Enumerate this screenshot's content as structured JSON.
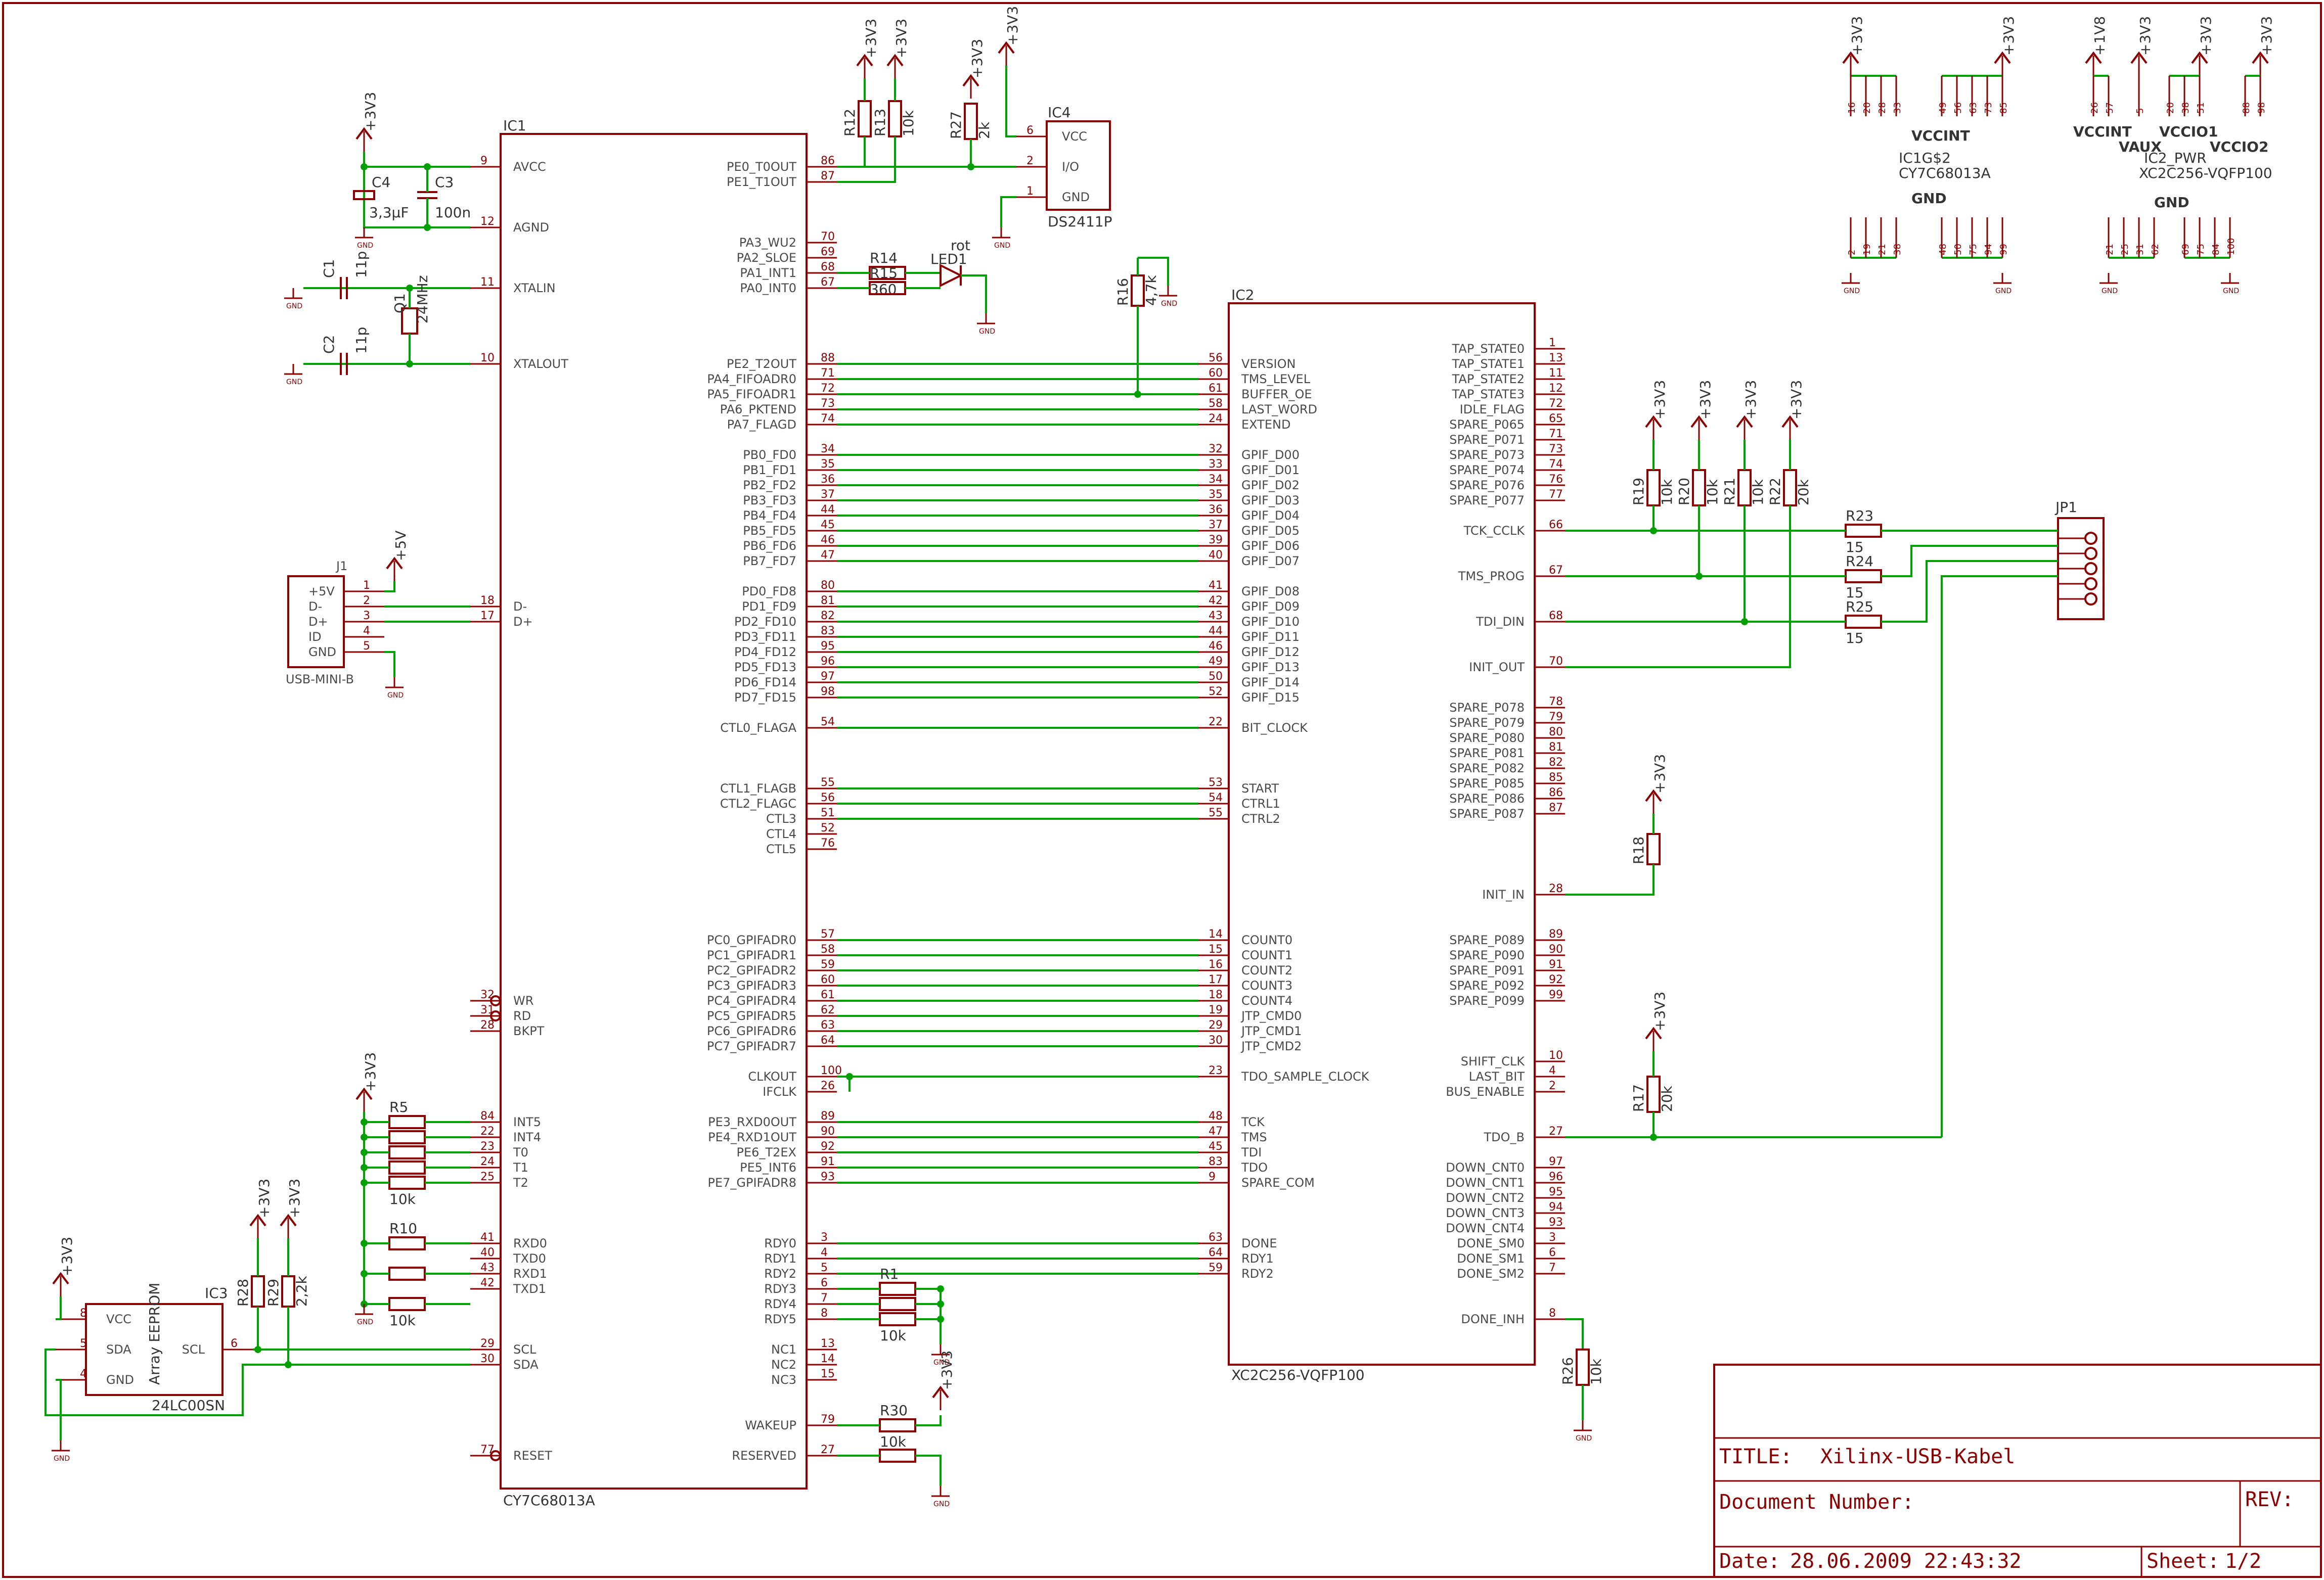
{
  "colors": {
    "symbol": "#8b0000",
    "net": "#00a000",
    "text": "#4a4a4a"
  },
  "ic1": {
    "ref": "IC1",
    "value": "CY7C68013A",
    "left_pins": [
      {
        "n": "9",
        "name": "AVCC"
      },
      {
        "n": "12",
        "name": "AGND"
      },
      {
        "n": "11",
        "name": "XTALIN"
      },
      {
        "n": "10",
        "name": "XTALOUT"
      },
      {
        "n": "18",
        "name": "D-"
      },
      {
        "n": "17",
        "name": "D+"
      },
      {
        "n": "32",
        "name": "WR"
      },
      {
        "n": "31",
        "name": "RD"
      },
      {
        "n": "28",
        "name": "BKPT"
      },
      {
        "n": "84",
        "name": "INT5"
      },
      {
        "n": "22",
        "name": "INT4"
      },
      {
        "n": "23",
        "name": "T0"
      },
      {
        "n": "24",
        "name": "T1"
      },
      {
        "n": "25",
        "name": "T2"
      },
      {
        "n": "41",
        "name": "RXD0"
      },
      {
        "n": "40",
        "name": "TXD0"
      },
      {
        "n": "43",
        "name": "RXD1"
      },
      {
        "n": "42",
        "name": "TXD1"
      },
      {
        "n": "29",
        "name": "SCL"
      },
      {
        "n": "30",
        "name": "SDA"
      },
      {
        "n": "77",
        "name": "RESET"
      }
    ],
    "right_pins": [
      {
        "n": "86",
        "name": "PE0_T0OUT"
      },
      {
        "n": "87",
        "name": "PE1_T1OUT"
      },
      {
        "n": "70",
        "name": "PA3_WU2"
      },
      {
        "n": "69",
        "name": "PA2_SLOE"
      },
      {
        "n": "68",
        "name": "PA1_INT1"
      },
      {
        "n": "67",
        "name": "PA0_INT0"
      },
      {
        "n": "88",
        "name": "PE2_T2OUT"
      },
      {
        "n": "71",
        "name": "PA4_FIFOADR0"
      },
      {
        "n": "72",
        "name": "PA5_FIFOADR1"
      },
      {
        "n": "73",
        "name": "PA6_PKTEND"
      },
      {
        "n": "74",
        "name": "PA7_FLAGD"
      },
      {
        "n": "34",
        "name": "PB0_FD0"
      },
      {
        "n": "35",
        "name": "PB1_FD1"
      },
      {
        "n": "36",
        "name": "PB2_FD2"
      },
      {
        "n": "37",
        "name": "PB3_FD3"
      },
      {
        "n": "44",
        "name": "PB4_FD4"
      },
      {
        "n": "45",
        "name": "PB5_FD5"
      },
      {
        "n": "46",
        "name": "PB6_FD6"
      },
      {
        "n": "47",
        "name": "PB7_FD7"
      },
      {
        "n": "80",
        "name": "PD0_FD8"
      },
      {
        "n": "81",
        "name": "PD1_FD9"
      },
      {
        "n": "82",
        "name": "PD2_FD10"
      },
      {
        "n": "83",
        "name": "PD3_FD11"
      },
      {
        "n": "95",
        "name": "PD4_FD12"
      },
      {
        "n": "96",
        "name": "PD5_FD13"
      },
      {
        "n": "97",
        "name": "PD6_FD14"
      },
      {
        "n": "98",
        "name": "PD7_FD15"
      },
      {
        "n": "54",
        "name": "CTL0_FLAGA"
      },
      {
        "n": "55",
        "name": "CTL1_FLAGB"
      },
      {
        "n": "56",
        "name": "CTL2_FLAGC"
      },
      {
        "n": "51",
        "name": "CTL3"
      },
      {
        "n": "52",
        "name": "CTL4"
      },
      {
        "n": "76",
        "name": "CTL5"
      },
      {
        "n": "57",
        "name": "PC0_GPIFADR0"
      },
      {
        "n": "58",
        "name": "PC1_GPIFADR1"
      },
      {
        "n": "59",
        "name": "PC2_GPIFADR2"
      },
      {
        "n": "60",
        "name": "PC3_GPIFADR3"
      },
      {
        "n": "61",
        "name": "PC4_GPIFADR4"
      },
      {
        "n": "62",
        "name": "PC5_GPIFADR5"
      },
      {
        "n": "63",
        "name": "PC6_GPIFADR6"
      },
      {
        "n": "64",
        "name": "PC7_GPIFADR7"
      },
      {
        "n": "100",
        "name": "CLKOUT"
      },
      {
        "n": "26",
        "name": "IFCLK"
      },
      {
        "n": "89",
        "name": "PE3_RXD0OUT"
      },
      {
        "n": "90",
        "name": "PE4_RXD1OUT"
      },
      {
        "n": "92",
        "name": "PE6_T2EX"
      },
      {
        "n": "91",
        "name": "PE5_INT6"
      },
      {
        "n": "93",
        "name": "PE7_GPIFADR8"
      },
      {
        "n": "3",
        "name": "RDY0"
      },
      {
        "n": "4",
        "name": "RDY1"
      },
      {
        "n": "5",
        "name": "RDY2"
      },
      {
        "n": "6",
        "name": "RDY3"
      },
      {
        "n": "7",
        "name": "RDY4"
      },
      {
        "n": "8",
        "name": "RDY5"
      },
      {
        "n": "13",
        "name": "NC1"
      },
      {
        "n": "14",
        "name": "NC2"
      },
      {
        "n": "15",
        "name": "NC3"
      },
      {
        "n": "79",
        "name": "WAKEUP"
      },
      {
        "n": "27",
        "name": "RESERVED"
      }
    ]
  },
  "ic2": {
    "ref": "IC2",
    "value": "XC2C256-VQFP100",
    "left_pins": [
      {
        "n": "56",
        "name": "VERSION"
      },
      {
        "n": "60",
        "name": "TMS_LEVEL"
      },
      {
        "n": "61",
        "name": "BUFFER_OE"
      },
      {
        "n": "58",
        "name": "LAST_WORD"
      },
      {
        "n": "24",
        "name": "EXTEND"
      },
      {
        "n": "32",
        "name": "GPIF_D00"
      },
      {
        "n": "33",
        "name": "GPIF_D01"
      },
      {
        "n": "34",
        "name": "GPIF_D02"
      },
      {
        "n": "35",
        "name": "GPIF_D03"
      },
      {
        "n": "36",
        "name": "GPIF_D04"
      },
      {
        "n": "37",
        "name": "GPIF_D05"
      },
      {
        "n": "39",
        "name": "GPIF_D06"
      },
      {
        "n": "40",
        "name": "GPIF_D07"
      },
      {
        "n": "41",
        "name": "GPIF_D08"
      },
      {
        "n": "42",
        "name": "GPIF_D09"
      },
      {
        "n": "43",
        "name": "GPIF_D10"
      },
      {
        "n": "44",
        "name": "GPIF_D11"
      },
      {
        "n": "46",
        "name": "GPIF_D12"
      },
      {
        "n": "49",
        "name": "GPIF_D13"
      },
      {
        "n": "50",
        "name": "GPIF_D14"
      },
      {
        "n": "52",
        "name": "GPIF_D15"
      },
      {
        "n": "22",
        "name": "BIT_CLOCK"
      },
      {
        "n": "53",
        "name": "START"
      },
      {
        "n": "54",
        "name": "CTRL1"
      },
      {
        "n": "55",
        "name": "CTRL2"
      },
      {
        "n": "14",
        "name": "COUNT0"
      },
      {
        "n": "15",
        "name": "COUNT1"
      },
      {
        "n": "16",
        "name": "COUNT2"
      },
      {
        "n": "17",
        "name": "COUNT3"
      },
      {
        "n": "18",
        "name": "COUNT4"
      },
      {
        "n": "19",
        "name": "JTP_CMD0"
      },
      {
        "n": "29",
        "name": "JTP_CMD1"
      },
      {
        "n": "30",
        "name": "JTP_CMD2"
      },
      {
        "n": "23",
        "name": "TDO_SAMPLE_CLOCK"
      },
      {
        "n": "48",
        "name": "TCK"
      },
      {
        "n": "47",
        "name": "TMS"
      },
      {
        "n": "45",
        "name": "TDI"
      },
      {
        "n": "83",
        "name": "TDO"
      },
      {
        "n": "9",
        "name": "SPARE_COM"
      },
      {
        "n": "63",
        "name": "DONE"
      },
      {
        "n": "64",
        "name": "RDY1"
      },
      {
        "n": "59",
        "name": "RDY2"
      }
    ],
    "right_pins": [
      {
        "n": "1",
        "name": "TAP_STATE0"
      },
      {
        "n": "13",
        "name": "TAP_STATE1"
      },
      {
        "n": "11",
        "name": "TAP_STATE2"
      },
      {
        "n": "12",
        "name": "TAP_STATE3"
      },
      {
        "n": "72",
        "name": "IDLE_FLAG"
      },
      {
        "n": "65",
        "name": "SPARE_P065"
      },
      {
        "n": "71",
        "name": "SPARE_P071"
      },
      {
        "n": "73",
        "name": "SPARE_P073"
      },
      {
        "n": "74",
        "name": "SPARE_P074"
      },
      {
        "n": "76",
        "name": "SPARE_P076"
      },
      {
        "n": "77",
        "name": "SPARE_P077"
      },
      {
        "n": "66",
        "name": "TCK_CCLK"
      },
      {
        "n": "67",
        "name": "TMS_PROG"
      },
      {
        "n": "68",
        "name": "TDI_DIN"
      },
      {
        "n": "70",
        "name": "INIT_OUT"
      },
      {
        "n": "78",
        "name": "SPARE_P078"
      },
      {
        "n": "79",
        "name": "SPARE_P079"
      },
      {
        "n": "80",
        "name": "SPARE_P080"
      },
      {
        "n": "81",
        "name": "SPARE_P081"
      },
      {
        "n": "82",
        "name": "SPARE_P082"
      },
      {
        "n": "85",
        "name": "SPARE_P085"
      },
      {
        "n": "86",
        "name": "SPARE_P086"
      },
      {
        "n": "87",
        "name": "SPARE_P087"
      },
      {
        "n": "28",
        "name": "INIT_IN"
      },
      {
        "n": "89",
        "name": "SPARE_P089"
      },
      {
        "n": "90",
        "name": "SPARE_P090"
      },
      {
        "n": "91",
        "name": "SPARE_P091"
      },
      {
        "n": "92",
        "name": "SPARE_P092"
      },
      {
        "n": "99",
        "name": "SPARE_P099"
      },
      {
        "n": "10",
        "name": "SHIFT_CLK"
      },
      {
        "n": "4",
        "name": "LAST_BIT"
      },
      {
        "n": "2",
        "name": "BUS_ENABLE"
      },
      {
        "n": "27",
        "name": "TDO_B"
      },
      {
        "n": "97",
        "name": "DOWN_CNT0"
      },
      {
        "n": "96",
        "name": "DOWN_CNT1"
      },
      {
        "n": "95",
        "name": "DOWN_CNT2"
      },
      {
        "n": "94",
        "name": "DOWN_CNT3"
      },
      {
        "n": "93",
        "name": "DOWN_CNT4"
      },
      {
        "n": "3",
        "name": "DONE_SM0"
      },
      {
        "n": "6",
        "name": "DONE_SM1"
      },
      {
        "n": "7",
        "name": "DONE_SM2"
      },
      {
        "n": "8",
        "name": "DONE_INH"
      }
    ]
  },
  "ic4": {
    "ref": "IC4",
    "value": "DS2411P",
    "pins": [
      {
        "n": "6",
        "name": "VCC"
      },
      {
        "n": "2",
        "name": "I/O"
      },
      {
        "n": "1",
        "name": "GND"
      }
    ]
  },
  "ic3": {
    "ref": "IC3",
    "value": "24LC00SN",
    "inner": "Array EEPROM",
    "pins": [
      {
        "n": "8",
        "name": "VCC"
      },
      {
        "n": "5",
        "name": "SDA"
      },
      {
        "n": "4",
        "name": "GND"
      },
      {
        "n": "6",
        "name": "SCL"
      }
    ]
  },
  "j1": {
    "ref": "J1",
    "value": "USB-MINI-B",
    "pins": [
      {
        "n": "1",
        "name": "+5V"
      },
      {
        "n": "2",
        "name": "D-"
      },
      {
        "n": "3",
        "name": "D+"
      },
      {
        "n": "4",
        "name": "ID"
      },
      {
        "n": "5",
        "name": "GND"
      }
    ]
  },
  "jp1": {
    "ref": "JP1"
  },
  "parts": {
    "c4": "C4",
    "c4v": "3,3µF",
    "c3": "C3",
    "c3v": "100n",
    "c1": "C1",
    "c1v": "11p",
    "c2": "C2",
    "c2v": "11p",
    "q1": "Q1",
    "q1v": "24MHz",
    "r12": "R12",
    "r13": "R13",
    "r13v": "10k",
    "r27": "R27",
    "r27v": "2k",
    "r14": "R14",
    "r14v": "360",
    "r15": "R15",
    "led": "LED1",
    "ledv": "rot",
    "r16": "R16",
    "r16v": "4,7k",
    "r19": "R19",
    "r19v": "10k",
    "r20": "R20",
    "r20v": "10k",
    "r21": "R21",
    "r21v": "10k",
    "r22": "R22",
    "r22v": "20k",
    "r23": "R23",
    "r23v": "15",
    "r24": "R24",
    "r24v": "15",
    "r25": "R25",
    "r25v": "15",
    "r18": "R18",
    "r17": "R17",
    "r17v": "20k",
    "r26": "R26",
    "r26v": "10k",
    "r5": "R5",
    "r5v": "10k",
    "r10": "R10",
    "r10v": "10k",
    "r1": "R1",
    "r1v": "10k",
    "r28": "R28",
    "r29": "R29",
    "r29v": "2,2k",
    "r30": "R30",
    "r30v": "10k"
  },
  "power": {
    "v33": "+3V3",
    "v18": "+1V8",
    "v5": "+5V",
    "gnd": "GND"
  },
  "power_blocks": {
    "ic1g": {
      "name": "IC1G$2",
      "value": "CY7C68013A",
      "vcc": "VCCINT",
      "gnd": "GND",
      "vcc_pins": [
        "16",
        "20",
        "28",
        "33",
        "49",
        "56",
        "63",
        "73",
        "85"
      ],
      "gnd_pins": [
        "2",
        "19",
        "21",
        "38",
        "48",
        "50",
        "75",
        "94",
        "99"
      ]
    },
    "ic2p": {
      "name": "IC2_PWR",
      "value": "XC2C256-VQFP100",
      "vccint": "VCCINT",
      "vaux": "VAUX",
      "vccio1": "VCCIO1",
      "vccio2": "VCCIO2",
      "gnd": "GND",
      "vcc_pins": [
        "26",
        "57",
        "5",
        "20",
        "38",
        "51",
        "88",
        "98"
      ],
      "gnd_pins": [
        "21",
        "25",
        "31",
        "62",
        "69",
        "75",
        "84",
        "100"
      ]
    }
  },
  "title_block": {
    "title_label": "TITLE:",
    "title": "Xilinx-USB-Kabel",
    "doc_label": "Document Number:",
    "rev_label": "REV:",
    "date_label": "Date:",
    "date": "28.06.2009 22:43:32",
    "sheet_label": "Sheet:",
    "sheet": "1/2"
  }
}
